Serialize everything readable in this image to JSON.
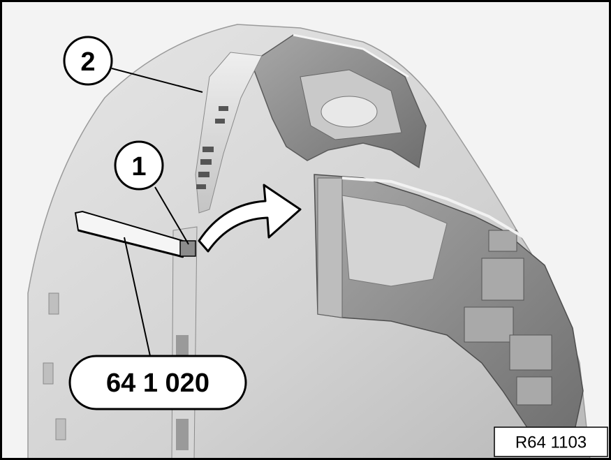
{
  "figure": {
    "callouts": [
      {
        "id": "1",
        "label": "1"
      },
      {
        "id": "2",
        "label": "2"
      }
    ],
    "tool_label": "64 1 020",
    "reference_code": "R64 1103"
  },
  "colors": {
    "background": "#f4f4f4",
    "dashboard_light": "#dcdcdc",
    "dashboard_mid": "#bdbdbd",
    "dashboard_dark": "#7a7a7a",
    "outline": "#000000",
    "arrow_fill": "#ffffff"
  }
}
